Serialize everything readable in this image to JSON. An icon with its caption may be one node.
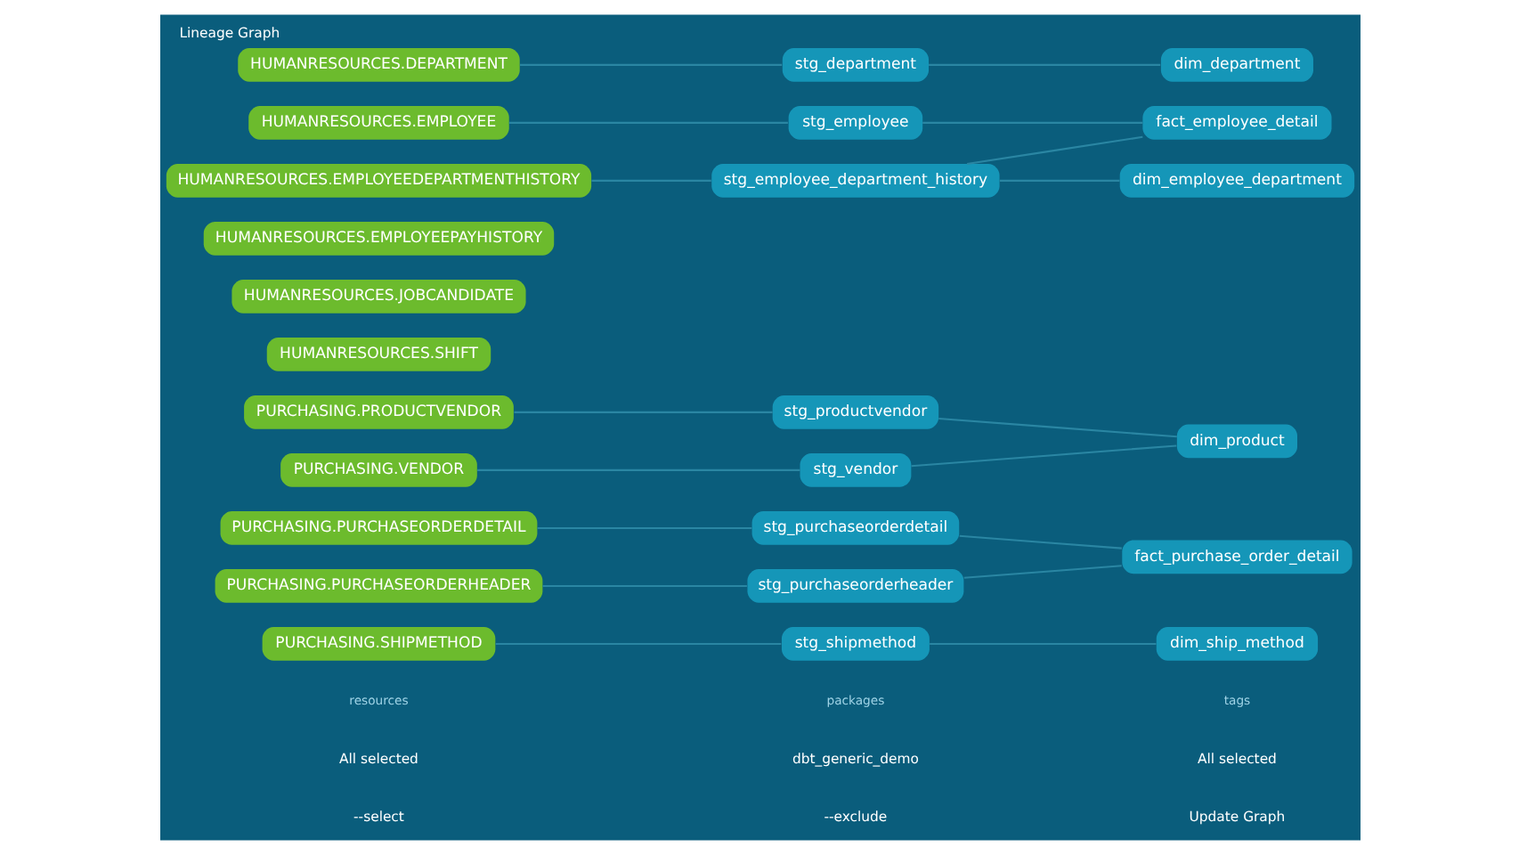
{
  "diagram": {
    "title": "Lineage Graph",
    "nodes": [
      {
        "text": [
          "HUMANRESOURCES.DEPARTMENT"
        ]
      },
      {
        "text": [
          "HUMANRESOURCES.EMPLOYEE"
        ]
      },
      {
        "text": [
          "HUMANRESOURCES.EMPLOYEEDEPARTMENTHISTORY"
        ]
      },
      {
        "text": [
          "HUMANRESOURCES.EMPLOYEEPAYHISTORY"
        ]
      },
      {
        "text": [
          "HUMANRESOURCES.JOBCANDIDATE"
        ]
      },
      {
        "text": [
          "HUMANRESOURCES.SHIFT"
        ]
      },
      {
        "text": [
          "PURCHASING.PRODUCTVENDOR"
        ]
      },
      {
        "text": [
          "PURCHASING.VENDOR"
        ]
      },
      {
        "text": [
          "PURCHASING.PURCHASEORDERDETAIL"
        ]
      },
      {
        "text": [
          "PURCHASING.PURCHASEORDERHEADER"
        ]
      },
      {
        "text": [
          "PURCHASING.SHIPMETHOD"
        ]
      },
      {
        "text": [
          "stg_department"
        ]
      },
      {
        "text": [
          "stg_employee"
        ]
      },
      {
        "text": [
          "stg_employee_department_history"
        ]
      },
      {
        "text": [
          "stg_productvendor"
        ]
      },
      {
        "text": [
          "stg_vendor"
        ]
      },
      {
        "text": [
          "stg_purchaseorderdetail"
        ]
      },
      {
        "text": [
          "stg_purchaseorderheader"
        ]
      },
      {
        "text": [
          "stg_shipmethod"
        ]
      },
      {
        "text": [
          "dim_department"
        ]
      },
      {
        "text": [
          "fact_employee_detail"
        ]
      },
      {
        "text": [
          "dim_employee_department"
        ]
      },
      {
        "text": [
          "dim_product"
        ]
      },
      {
        "text": [
          "fact_purchase_order_detail"
        ]
      },
      {
        "text": [
          "dim_ship_method"
        ]
      }
    ],
    "edges": [
      {
        "from": 0,
        "to": 11,
        "arrow": "none"
      },
      {
        "from": 1,
        "to": 12,
        "arrow": "none"
      },
      {
        "from": 2,
        "to": 13,
        "arrow": "none"
      },
      {
        "from": 6,
        "to": 14,
        "arrow": "none"
      },
      {
        "from": 7,
        "to": 15,
        "arrow": "none"
      },
      {
        "from": 8,
        "to": 16,
        "arrow": "none"
      },
      {
        "from": 9,
        "to": 17,
        "arrow": "none"
      },
      {
        "from": 10,
        "to": 18,
        "arrow": "none"
      },
      {
        "from": 11,
        "to": 19,
        "arrow": "none"
      },
      {
        "from": 12,
        "to": 20,
        "arrow": "none"
      },
      {
        "from": 13,
        "to": 20,
        "arrow": "none"
      },
      {
        "from": 13,
        "to": 21,
        "arrow": "none"
      },
      {
        "from": 14,
        "to": 22,
        "arrow": "none"
      },
      {
        "from": 15,
        "to": 22,
        "arrow": "none"
      },
      {
        "from": 16,
        "to": 23,
        "arrow": "none"
      },
      {
        "from": 17,
        "to": 23,
        "arrow": "none"
      },
      {
        "from": 18,
        "to": 24,
        "arrow": "none"
      }
    ],
    "labels": [
      "resources",
      "All selected",
      "packages",
      "dbt_generic_demo",
      "tags",
      "All selected",
      "--select",
      "--exclude",
      "Update Graph"
    ]
  }
}
